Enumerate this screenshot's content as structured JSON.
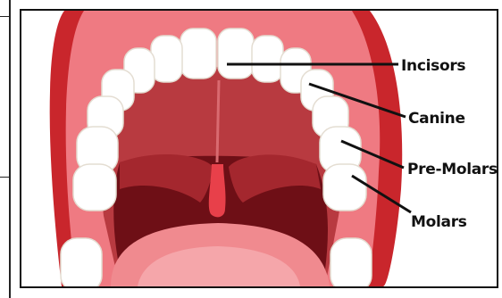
{
  "labels": {
    "incisors": "Incisors",
    "canine": "Canine",
    "premolars": "Pre-Molars",
    "molars": "Molars"
  },
  "colors": {
    "lip": "#c9262c",
    "lip_dark": "#9b1a20",
    "gum": "#e86a72",
    "gum_light": "#f5a8ad",
    "palate": "#b83a40",
    "throat": "#6e0f16",
    "tongue": "#f08a8f",
    "tooth": "#ffffff",
    "tooth_shade": "#e9e5df",
    "uvula": "#e8404a"
  }
}
